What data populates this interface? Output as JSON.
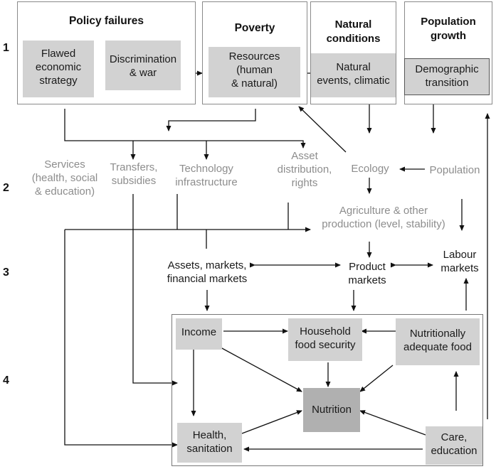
{
  "levels": [
    "1",
    "2",
    "3",
    "4"
  ],
  "top": {
    "policy_failures": {
      "title": "Policy failures",
      "flawed": "Flawed\neconomic\nstrategy",
      "discrimination": "Discrimination\n& war"
    },
    "poverty": {
      "title": "Poverty",
      "resources": "Resources\n(human\n& natural)"
    },
    "natural": {
      "title": "Natural\nconditions",
      "events": "Natural\nevents, climatic"
    },
    "population": {
      "title": "Population\ngrowth",
      "demographic": "Demographic\ntransition"
    }
  },
  "middle": {
    "services": "Services\n(health, social\n& education)",
    "transfers": "Transfers,\nsubsidies",
    "technology": "Technology\ninfrastructure",
    "asset_distribution": "Asset\ndistribution,\nrights",
    "ecology": "Ecology",
    "population": "Population",
    "agriculture": "Agriculture & other\nproduction (level, stability)"
  },
  "markets": {
    "assets": "Assets, markets,\nfinancial markets",
    "product": "Product\nmarkets",
    "labour": "Labour\nmarkets"
  },
  "bottom": {
    "income": "Income",
    "household": "Household\nfood security",
    "nutritionally": "Nutritionally\nadequate food",
    "nutrition": "Nutrition",
    "health": "Health,\nsanitation",
    "care": "Care,\neducation"
  },
  "colors": {
    "line": "#111111",
    "grey_text": "#8d8d8d",
    "box_fill": "#d2d2d2",
    "nutrition_fill": "#b0b0b0"
  }
}
